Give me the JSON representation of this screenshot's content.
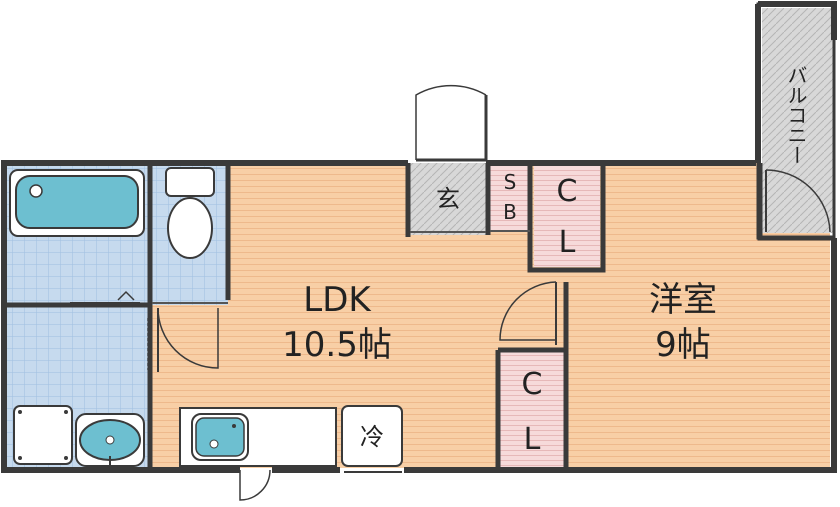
{
  "rooms": {
    "ldk": {
      "name": "LDK",
      "size": "10.5帖"
    },
    "western": {
      "name": "洋室",
      "size": "9帖"
    }
  },
  "fixtures": {
    "entrance": "玄",
    "refrigerator": "冷",
    "shoe_box_s": "S",
    "shoe_box_b": "B",
    "closet_c": "C",
    "closet_l": "L"
  },
  "balcony": {
    "label": "バルコニー"
  },
  "colors": {
    "floor": "#f7cfa8",
    "tile": "#c9dcef",
    "closet": "#f4d6d6",
    "wall": "#3a3a3a",
    "fixture": "#6dbfd0",
    "balcony": "#d4d4d4"
  }
}
